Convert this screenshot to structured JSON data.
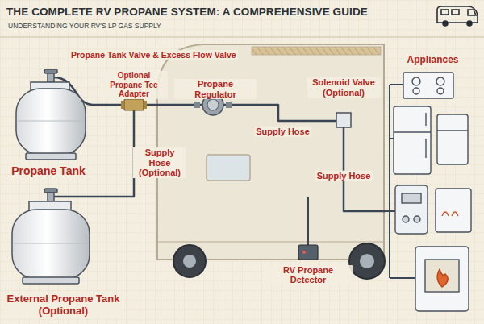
{
  "diagram": {
    "title": "THE COMPLETE RV PROPANE SYSTEM: A COMPREHENSIVE GUIDE",
    "nodes": [
      {
        "text": [
          "Propane Tank"
        ]
      },
      {
        "text": [
          "External Propane Tank (Optional)"
        ]
      },
      {
        "text": [
          "Optional Propane Tee Adapter"
        ]
      },
      {
        "text": [
          "Propane Regulator"
        ]
      },
      {
        "text": [
          "Solenoid Valve (Optional)"
        ]
      },
      {
        "text": [
          "Appliances"
        ]
      },
      {
        "text": [
          "RV Propane Detector"
        ]
      }
    ],
    "edges": [
      {
        "from": 1,
        "to": 2,
        "label": "Supply Hose (Optional)",
        "arrow": "none"
      },
      {
        "from": 0,
        "to": 2,
        "arrow": "none"
      },
      {
        "from": 2,
        "to": 3,
        "arrow": "none"
      },
      {
        "from": 3,
        "to": 4,
        "label": "Supply Hose",
        "arrow": "none"
      },
      {
        "from": 4,
        "to": 5,
        "label": "Supply Hose",
        "arrow": "none"
      }
    ],
    "labels": [
      "UNDERSTANDING YOUR RV'S LP GAS SUPPLY",
      "Propane Tank Valve & Excess Flow Valve"
    ]
  }
}
